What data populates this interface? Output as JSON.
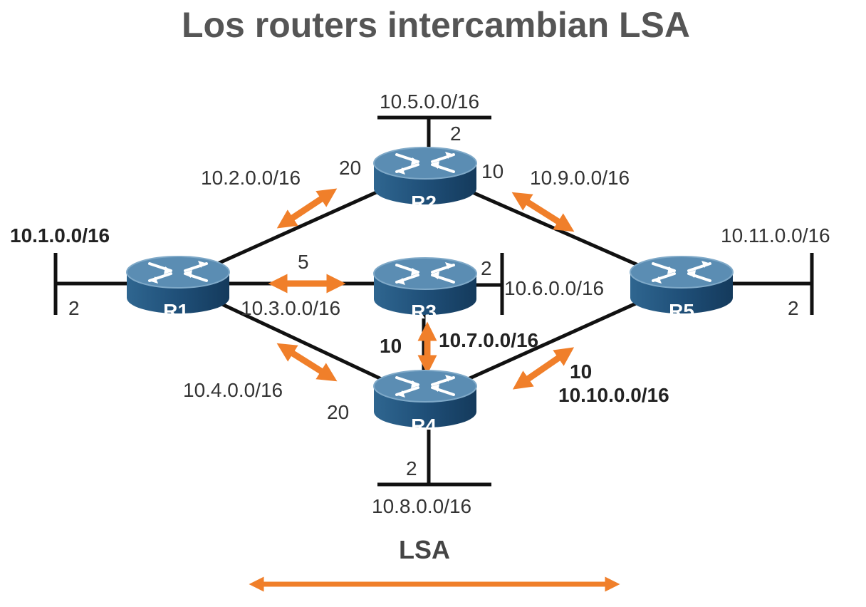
{
  "title": "Los routers intercambian LSA",
  "routers": {
    "r1": "R1",
    "r2": "R2",
    "r3": "R3",
    "r4": "R4",
    "r5": "R5"
  },
  "networks": {
    "n1": "10.1.0.0/16",
    "n2": "10.2.0.0/16",
    "n3": "10.3.0.0/16",
    "n4": "10.4.0.0/16",
    "n5": "10.5.0.0/16",
    "n6": "10.6.0.0/16",
    "n7": "10.7.0.0/16",
    "n8": "10.8.0.0/16",
    "n9": "10.9.0.0/16",
    "n10": "10.10.0.0/16",
    "n11": "10.11.0.0/16"
  },
  "costs": {
    "r1_lan": "2",
    "r1_r2": "20",
    "r1_r3": "5",
    "r1_r4": "20",
    "r2_lan": "2",
    "r2_r5": "10",
    "r3_lan": "2",
    "r3_r4": "10",
    "r4_lan": "2",
    "r4_r5": "10",
    "r5_lan": "2"
  },
  "legend": {
    "label": "LSA"
  },
  "colors": {
    "lsa_arrow": "#F07F2A",
    "link": "#111111",
    "router_top": "#4E7FA4",
    "router_body": "#1E4D73",
    "title": "#555555"
  }
}
